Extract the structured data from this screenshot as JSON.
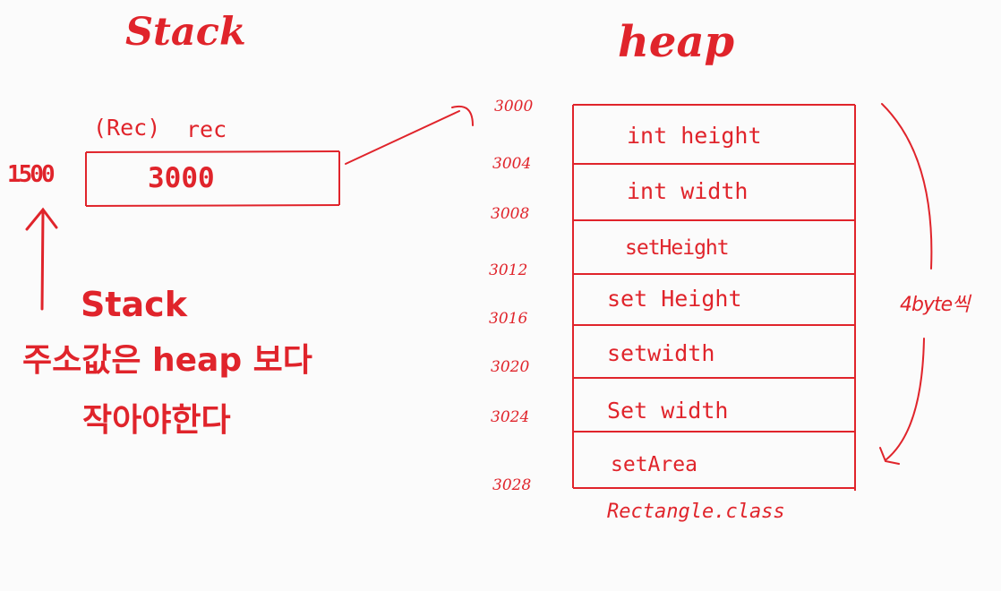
{
  "colors": {
    "ink": "#e0242b",
    "background": "#fbfbfb"
  },
  "stack": {
    "title": "Stack",
    "type_label": "(Rec)",
    "var_name": "rec",
    "value": "3000",
    "address": "1500"
  },
  "heap": {
    "title": "heap",
    "addresses": [
      "3000",
      "3004",
      "3008",
      "3012",
      "3016",
      "3020",
      "3024",
      "3028"
    ],
    "slots": [
      "int height",
      "int width",
      "setHeight",
      "set Height",
      "setwidth",
      "Set width",
      "setArea"
    ],
    "class_label": "Rectangle.class",
    "size_note": "4byte씩"
  },
  "note": {
    "line1": "Stack",
    "line2": "주소값은 heap 보다",
    "line3": "작아야한다"
  }
}
